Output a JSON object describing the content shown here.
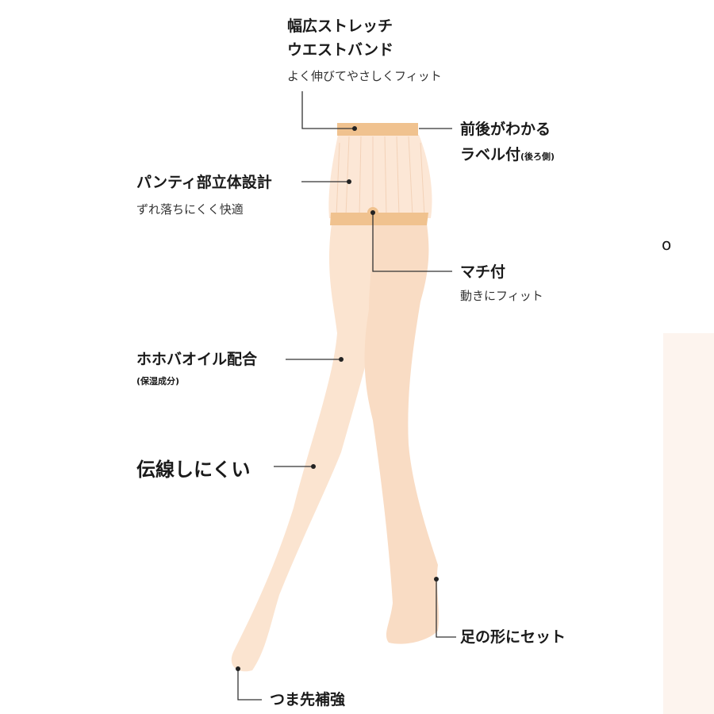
{
  "colors": {
    "tights": "#fbe4d0",
    "waistband": "#f0c28f",
    "line": "#333333"
  },
  "labels": {
    "waistband": {
      "title1": "幅広ストレッチ",
      "title2": "ウエストバンド",
      "sub": "よく伸びてやさしくフィット"
    },
    "label_tag": {
      "title1": "前後がわかる",
      "title2": "ラベル付",
      "note": "(後ろ側)"
    },
    "panty": {
      "title": "パンティ部立体設計",
      "sub": "ずれ落ちにくく快適"
    },
    "gusset": {
      "title": "マチ付",
      "sub": "動きにフィット"
    },
    "jojoba": {
      "title": "ホホバオイル配合",
      "sub": "(保湿成分)"
    },
    "run": {
      "title": "伝線しにくい"
    },
    "foot": {
      "title": "足の形にセット"
    },
    "toe": {
      "title": "つま先補強"
    }
  },
  "side": {
    "mark": "o"
  }
}
